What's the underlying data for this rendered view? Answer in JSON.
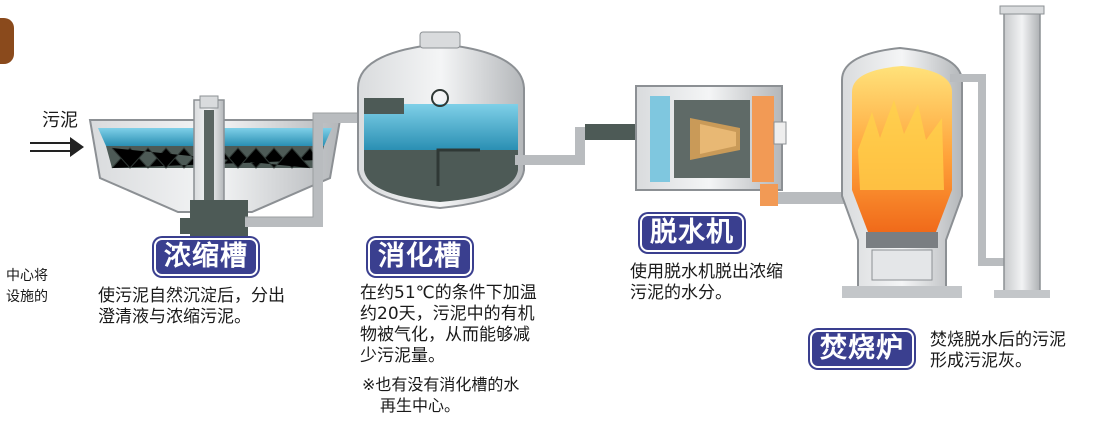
{
  "input_label": "污泥",
  "left_cut_text": [
    "中心将",
    "设施的"
  ],
  "stages": {
    "thickener": {
      "title": "浓缩槽",
      "description": [
        "使污泥自然沉淀后，分出",
        "澄清液与浓缩污泥。"
      ]
    },
    "digester": {
      "title": "消化槽",
      "description": [
        "在约51℃的条件下加温",
        "约20天，污泥中的有机",
        "物被气化，从而能够减",
        "少污泥量。"
      ],
      "note": [
        "※也有没有消化槽的水",
        "再生中心。"
      ]
    },
    "dewaterer": {
      "title": "脱水机",
      "description": [
        "使用脱水机脱出浓缩",
        "污泥的水分。"
      ]
    },
    "incinerator": {
      "title": "焚烧炉",
      "description": [
        "焚烧脱水后的污泥",
        "形成污泥灰。"
      ]
    }
  },
  "colors": {
    "badge": "#3a3f8f",
    "water": "#3aa6c8",
    "sludge": "#4d5a56",
    "pipe": "#b9bcbf",
    "fire": "#f6861f"
  }
}
